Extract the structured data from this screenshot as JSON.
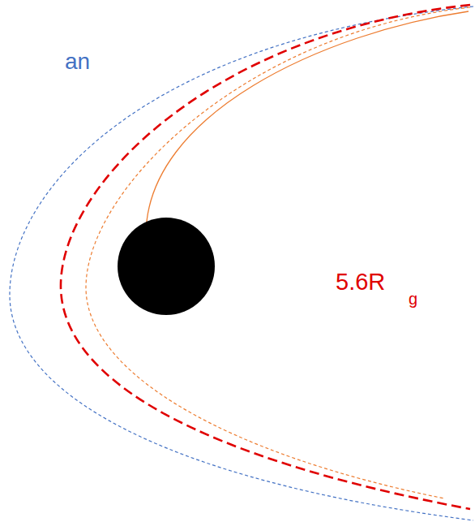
{
  "diagram": {
    "labels": [
      "an",
      "5.6R",
      "g"
    ]
  }
}
